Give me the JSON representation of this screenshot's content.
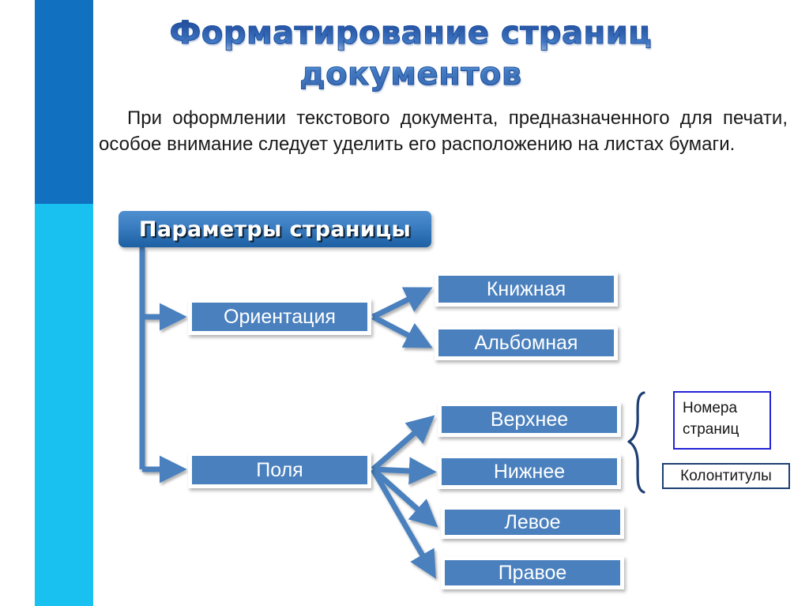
{
  "slide": {
    "title": "Форматирование страниц документов",
    "body_text": "При оформлении текстового документа, предназначенного для печати, особое внимание следует уделить его расположению на листах бумаги."
  },
  "decor": {
    "sidebar_top_color": "#1170c0",
    "sidebar_bottom_color": "#18c1ef"
  },
  "diagram": {
    "root": {
      "label": "Параметры страницы"
    },
    "branches": [
      {
        "label": "Ориентация",
        "children": [
          {
            "label": "Книжная"
          },
          {
            "label": "Альбомная"
          }
        ]
      },
      {
        "label": "Поля",
        "children": [
          {
            "label": "Верхнее"
          },
          {
            "label": "Нижнее"
          },
          {
            "label": "Левое"
          },
          {
            "label": "Правое"
          }
        ]
      }
    ],
    "annotations": [
      {
        "label": "Номера страниц",
        "border_color": "#2323d6"
      },
      {
        "label": "Колонтитулы",
        "border_color": "#1f3f73"
      }
    ],
    "node_fill_color": "#4a80bd",
    "connector_color": "#4a80bd",
    "brace_color": "#1f3f73"
  }
}
